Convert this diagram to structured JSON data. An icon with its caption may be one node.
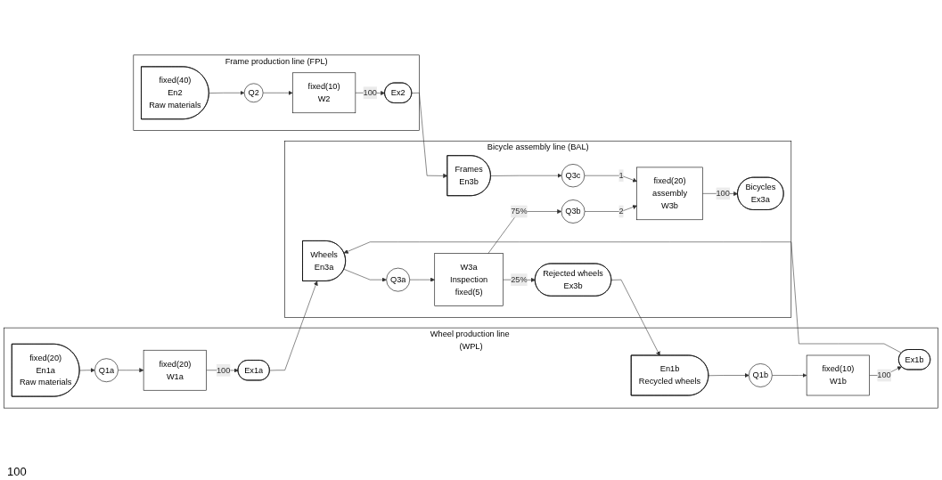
{
  "diagram": {
    "nodes": [
      {
        "text": [
          "Wheel production line (WPL)"
        ]
      },
      {
        "text": [
          "fixed(20)",
          "En1a",
          "Raw materials"
        ],
        "in": 0
      },
      {
        "text": [
          "Q1a"
        ],
        "in": 0
      },
      {
        "text": [
          "fixed(20)",
          "W1a"
        ],
        "in": 0
      },
      {
        "text": [
          "Ex1a"
        ],
        "in": 0
      },
      {
        "text": [
          "En1b",
          "Recycled wheels"
        ],
        "in": 0
      },
      {
        "text": [
          "Q1b"
        ],
        "in": 0
      },
      {
        "text": [
          "fixed(10)",
          "W1b"
        ],
        "in": 0
      },
      {
        "text": [
          "Ex1b"
        ],
        "in": 0
      },
      {
        "text": [
          "Bicycle assembly line (BAL)"
        ]
      },
      {
        "text": [
          "Wheels",
          "En3a"
        ],
        "in": 9
      },
      {
        "text": [
          "Q3a"
        ],
        "in": 9
      },
      {
        "text": [
          "W3a",
          "Inspection",
          "fixed(5)"
        ],
        "in": 9
      },
      {
        "text": [
          "Rejected wheels",
          "Ex3b"
        ],
        "in": 9
      },
      {
        "text": [
          "Q3b"
        ],
        "in": 9
      },
      {
        "text": [
          "fixed(20)",
          "assembly",
          "W3b"
        ],
        "in": 9
      },
      {
        "text": [
          "Bicycles",
          "Ex3a"
        ],
        "in": 9
      },
      {
        "text": [
          "Frames",
          "En3b"
        ],
        "in": 9
      },
      {
        "text": [
          "Q3c"
        ],
        "in": 9
      },
      {
        "text": [
          "Frame production line (FPL)"
        ]
      },
      {
        "text": [
          "fixed(40)",
          "En2",
          "Raw materials"
        ],
        "in": 19
      },
      {
        "text": [
          "Q2"
        ],
        "in": 19
      },
      {
        "text": [
          "fixed(10)",
          "W2"
        ],
        "in": 19
      },
      {
        "text": [
          "Ex2"
        ],
        "in": 19
      }
    ],
    "edges": [
      {
        "from": 1,
        "to": 2,
        "arrow": "to"
      },
      {
        "from": 2,
        "to": 3,
        "arrow": "to"
      },
      {
        "from": 3,
        "to": 4,
        "arrow": "to",
        "label": "100"
      },
      {
        "from": 4,
        "to": 10,
        "arrow": "to"
      },
      {
        "from": 5,
        "to": 6,
        "arrow": "to"
      },
      {
        "from": 6,
        "to": 7,
        "arrow": "to"
      },
      {
        "from": 7,
        "to": 8,
        "arrow": "to",
        "label": "100"
      },
      {
        "from": 8,
        "to": 10,
        "arrow": "to"
      },
      {
        "from": 13,
        "to": 5,
        "arrow": "to"
      },
      {
        "from": 10,
        "to": 11,
        "arrow": "to"
      },
      {
        "from": 11,
        "to": 12,
        "arrow": "to"
      },
      {
        "from": 12,
        "to": 13,
        "arrow": "to",
        "label": "25%"
      },
      {
        "from": 12,
        "to": 14,
        "arrow": "to",
        "label": "75%"
      },
      {
        "from": 14,
        "to": 15,
        "arrow": "to",
        "label": "2"
      },
      {
        "from": 15,
        "to": 16,
        "arrow": "to",
        "label": "100"
      },
      {
        "from": 17,
        "to": 18,
        "arrow": "to"
      },
      {
        "from": 18,
        "to": 15,
        "arrow": "to",
        "label": "1"
      },
      {
        "from": 20,
        "to": 21,
        "arrow": "to"
      },
      {
        "from": 21,
        "to": 22,
        "arrow": "to"
      },
      {
        "from": 22,
        "to": 23,
        "arrow": "to",
        "label": "100"
      },
      {
        "from": 23,
        "to": 17,
        "arrow": "to"
      }
    ],
    "labels": [
      "100"
    ]
  }
}
